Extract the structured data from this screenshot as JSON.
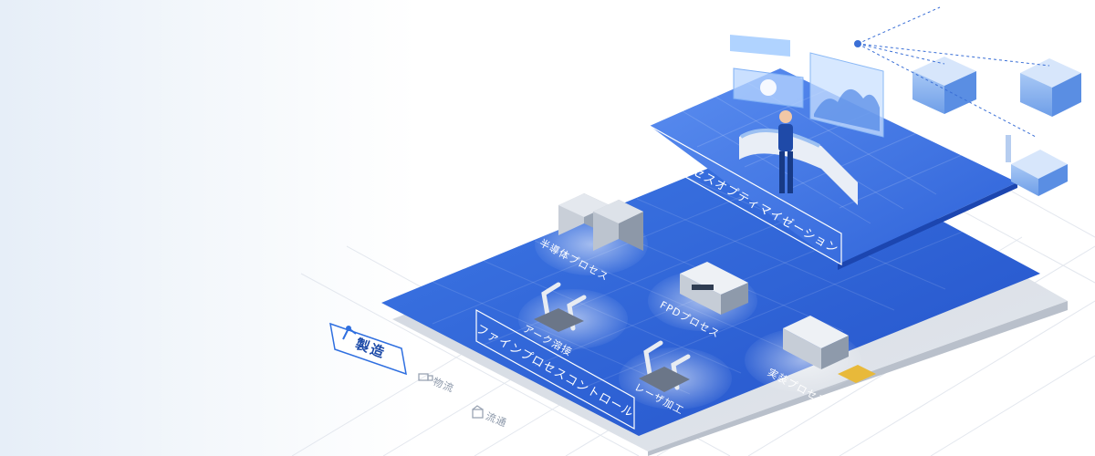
{
  "tiers": {
    "top": {
      "label": "製造プロセスオプティマイゼーション"
    },
    "middle": {
      "label": "ファインプロセスコントロール"
    }
  },
  "stations": [
    {
      "label": "半導体プロセス"
    },
    {
      "label": "FPDプロセス"
    },
    {
      "label": "アーク溶接"
    },
    {
      "label": "実装プロセス"
    },
    {
      "label": "レーザ加工"
    }
  ],
  "side_nav": {
    "active": {
      "label": "製造"
    },
    "items": [
      {
        "label": "物流"
      },
      {
        "label": "流通"
      }
    ]
  },
  "colors": {
    "accent": "#2f6fe0",
    "panel": "#4a7ee8",
    "panel_dark": "#1d4bbf",
    "text_dark": "#0d3a8a"
  },
  "icons": [
    "robot-arm-icon",
    "truck-icon",
    "store-icon",
    "user-avatar-icon",
    "factory-icon"
  ]
}
